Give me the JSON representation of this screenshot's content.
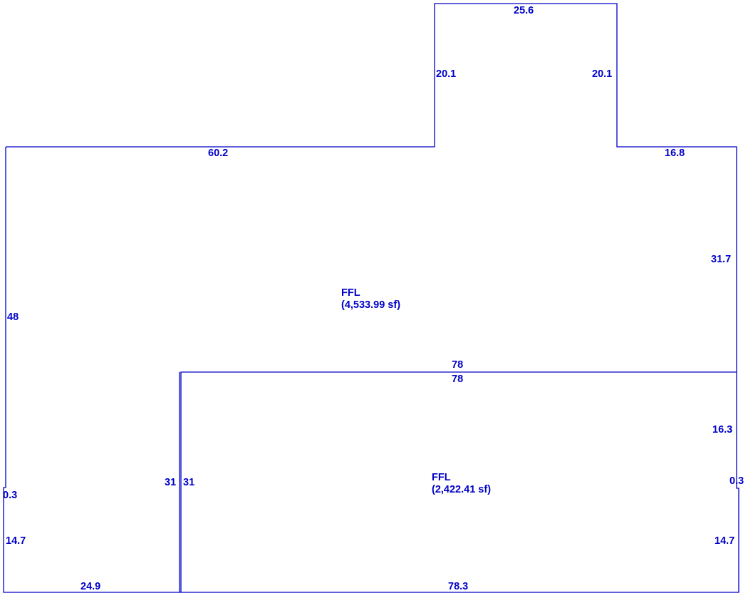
{
  "colors": {
    "line": "#0000c8",
    "background": "#ffffff"
  },
  "rooms": [
    {
      "name": "FFL",
      "area": "(4,533.99 sf)"
    },
    {
      "name": "FFL",
      "area": "(2,422.41 sf)"
    }
  ],
  "dimensions": {
    "top_wing_width": "25.6",
    "top_wing_left": "20.1",
    "top_wing_right": "20.1",
    "upper_left_top": "60.2",
    "upper_right_top": "16.8",
    "upper_right_side": "31.7",
    "left_side": "48",
    "divider_upper": "78",
    "divider_lower": "78",
    "lower_right_upper": "16.3",
    "right_jog": "0.3",
    "left_jog": "0.3",
    "left_bottom_side": "14.7",
    "right_bottom_side": "14.7",
    "inner_wall_left": "31",
    "inner_wall_right": "31",
    "bottom_left": "24.9",
    "bottom_right": "78.3"
  }
}
